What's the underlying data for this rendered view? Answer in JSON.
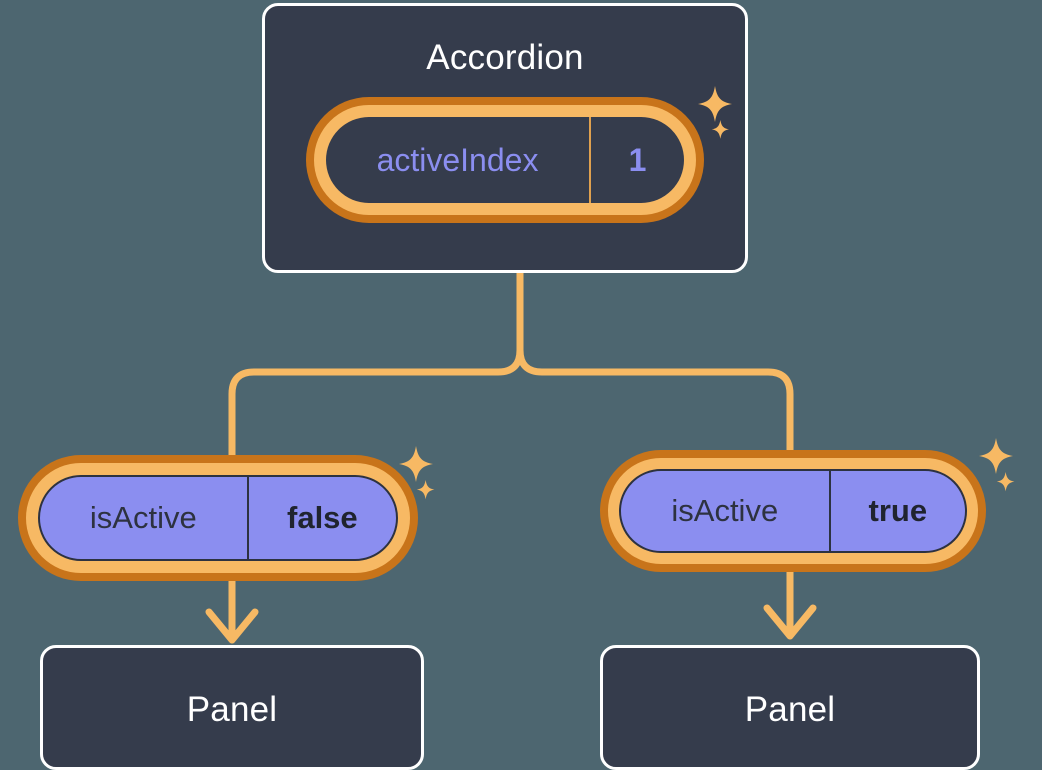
{
  "diagram": {
    "type": "component-state-tree",
    "background_color": "#4d6670",
    "accent_color": "#f7b964",
    "accent_dark_color": "#c8741a",
    "node_fill_color": "#353c4c",
    "state_fill_color": "#8b8ef0",
    "state_text_color": "#8b8ef0"
  },
  "root": {
    "title": "Accordion",
    "state": {
      "key": "activeIndex",
      "value": "1"
    },
    "sparkles": "sparkle-pair-icon"
  },
  "branches": [
    {
      "id": "left",
      "state": {
        "key": "isActive",
        "value": "false"
      },
      "child": {
        "title": "Panel"
      },
      "sparkles": "sparkle-pair-icon"
    },
    {
      "id": "right",
      "state": {
        "key": "isActive",
        "value": "true"
      },
      "child": {
        "title": "Panel"
      },
      "sparkles": "sparkle-pair-icon"
    }
  ]
}
